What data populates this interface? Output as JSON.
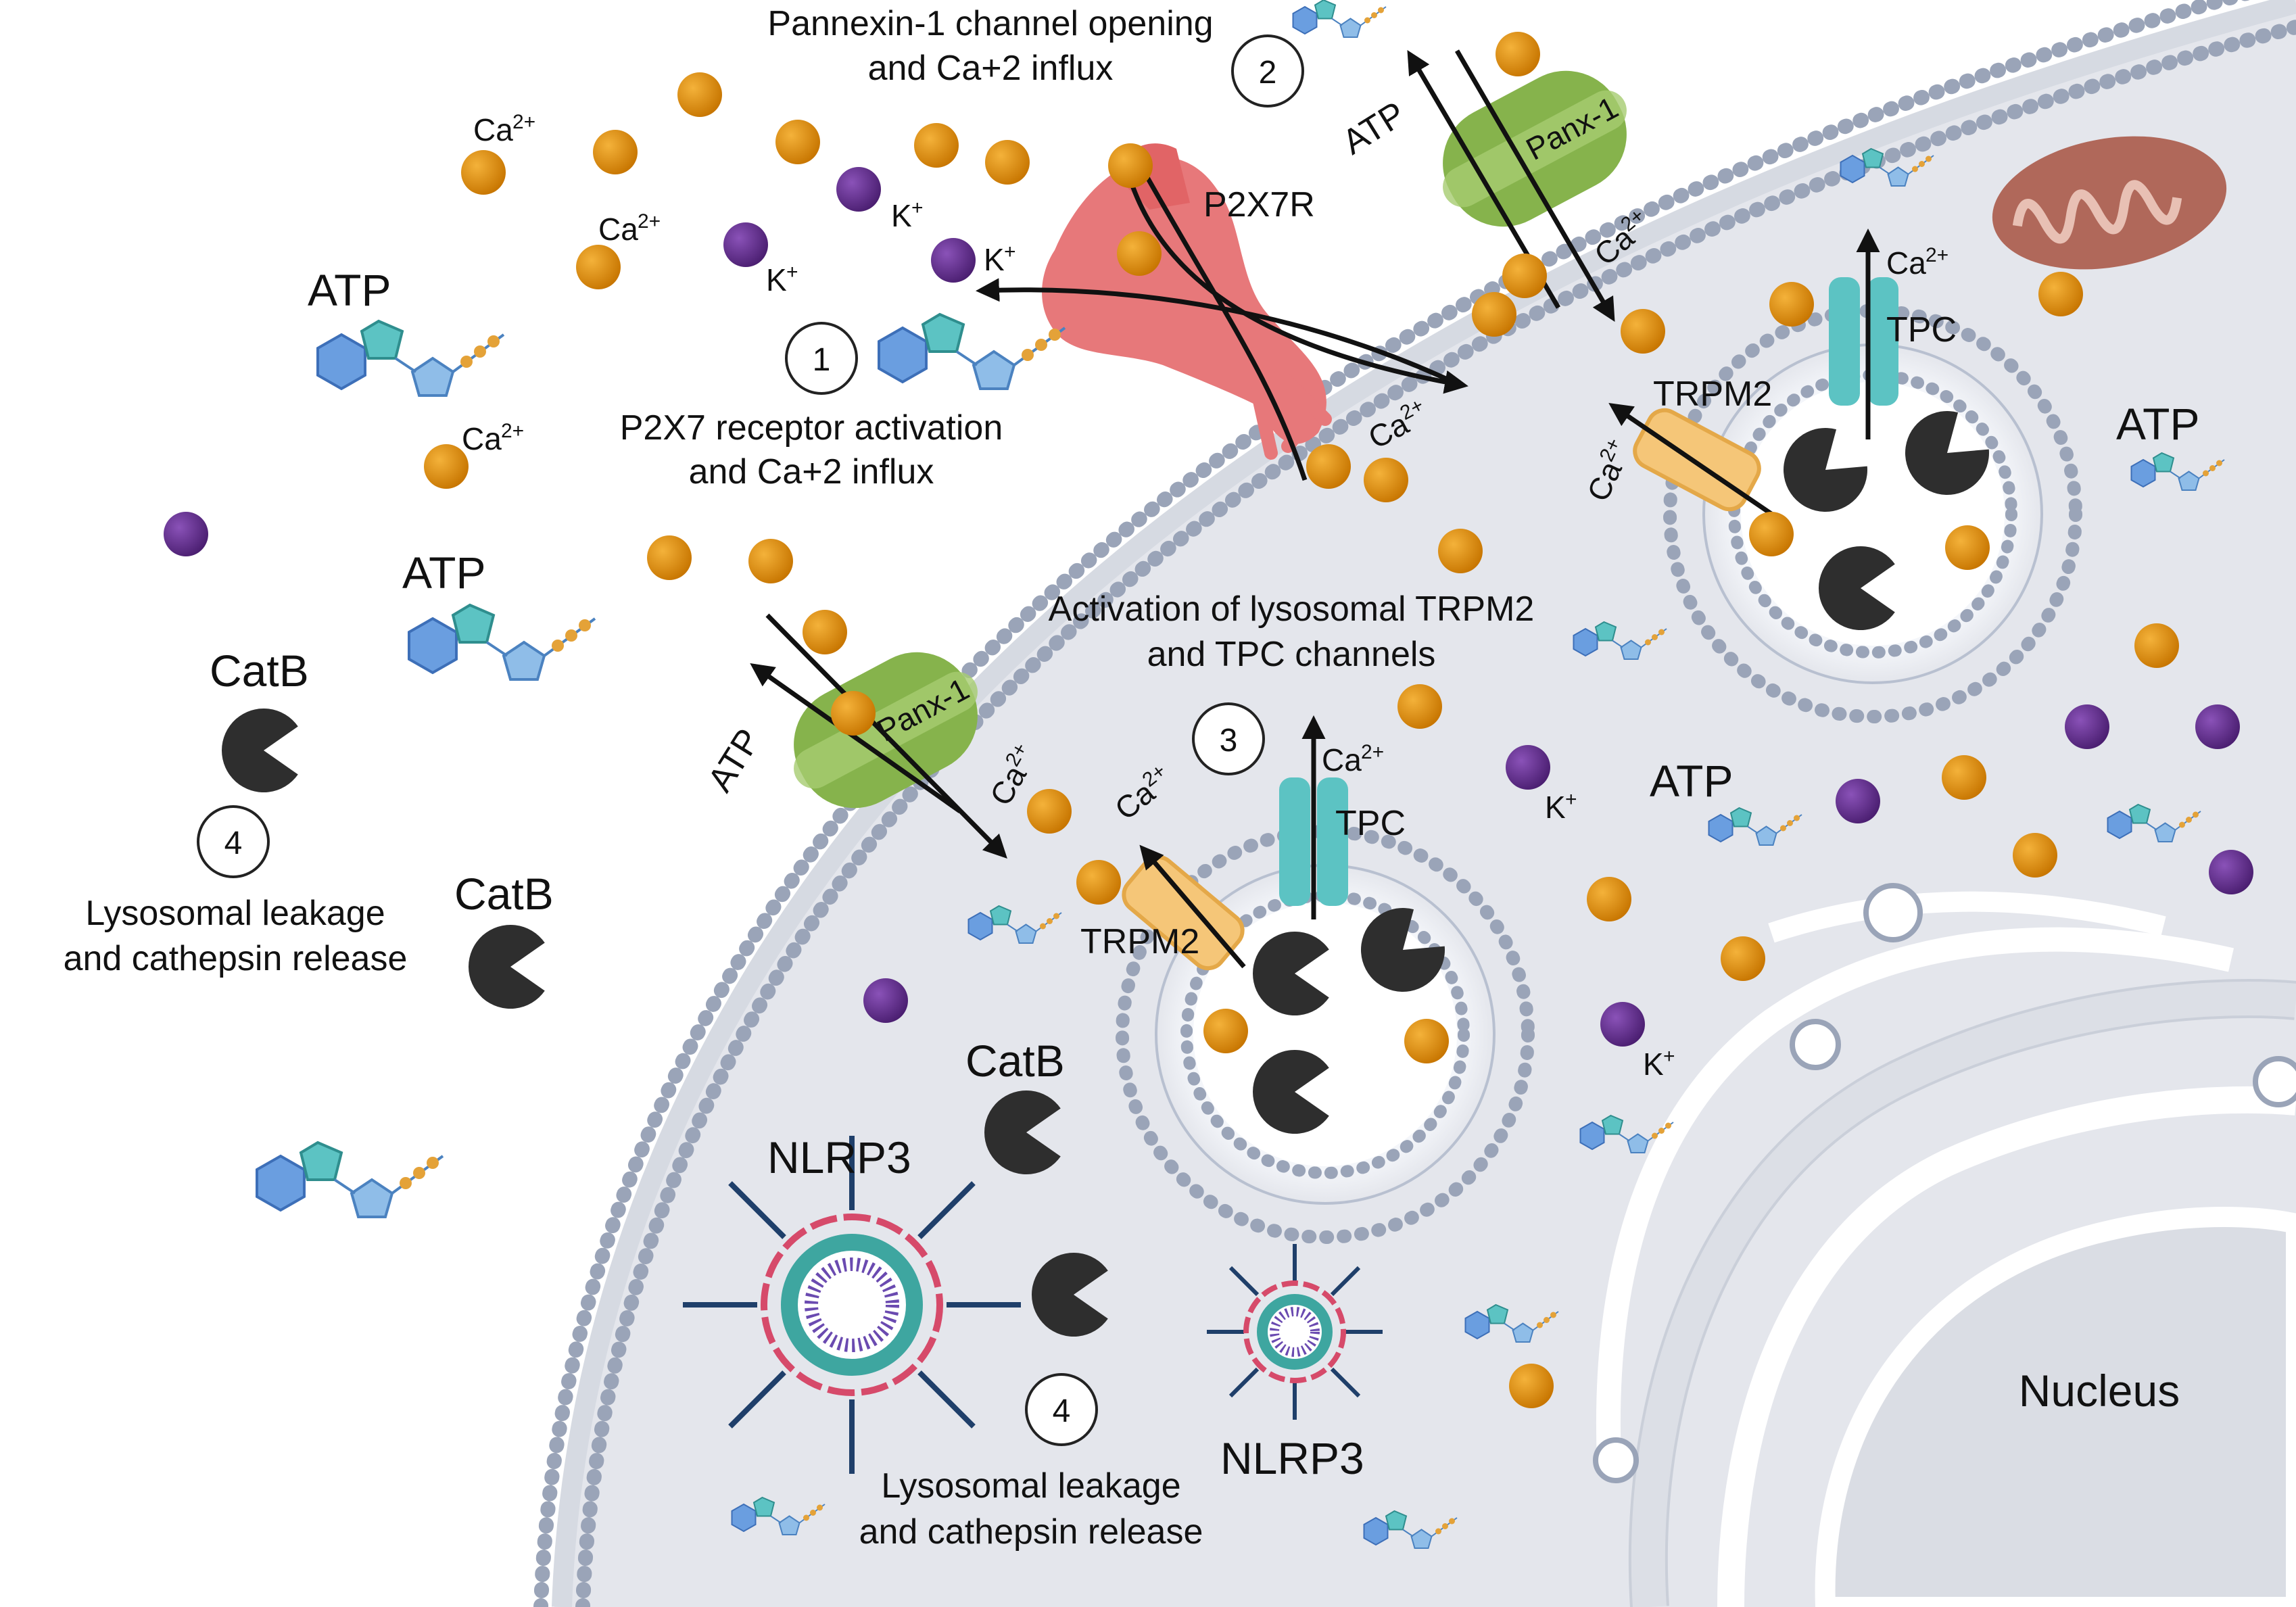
{
  "step1": {
    "number": "1",
    "line1": "P2X7 receptor activation",
    "line2": "and Ca+2 influx"
  },
  "step2": {
    "number": "2",
    "line1": "Pannexin-1 channel opening",
    "line2": "and Ca+2 influx"
  },
  "step3": {
    "number": "3",
    "line1": "Activation of lysosomal TRPM2",
    "line2": "and TPC channels"
  },
  "step4_outside": {
    "number": "4",
    "line1": "Lysosomal leakage",
    "line2": "and cathepsin release"
  },
  "step4_inside": {
    "number": "4",
    "line1": "Lysosomal leakage",
    "line2": "and cathepsin release"
  },
  "labels": {
    "atp": "ATP",
    "ca": "Ca",
    "ca_charge": "2+",
    "k": "K",
    "k_charge": "+",
    "catb": "CatB",
    "nlrp3": "NLRP3",
    "panx1": "Panx-1",
    "p2x7r": "P2X7R",
    "trpm2": "TRPM2",
    "tpc": "TPC",
    "nucleus": "Nucleus"
  },
  "colors": {
    "calcium": "#d98a06",
    "potassium": "#5a2a82",
    "cathepsin": "#2e2e2e",
    "membrane": "#8f9ab0",
    "cytoplasm": "#e4e6ec",
    "panx": "#86b34c",
    "p2x7r": "#e7787a",
    "trpm2": "#f5c678",
    "tpc": "#5cc3c3",
    "mito": "#b0685a"
  }
}
